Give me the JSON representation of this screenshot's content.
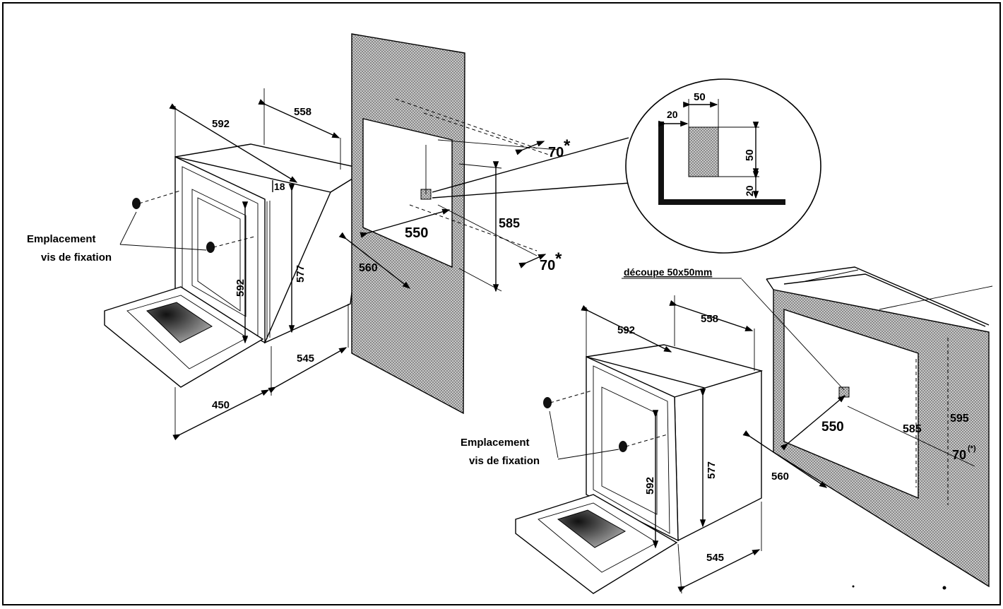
{
  "left_assembly": {
    "width_label": "592",
    "depth_label": "558",
    "top_label": "18",
    "inner_height_label": "577",
    "door_height_label": "592",
    "plinth_label": "545",
    "door_open_label": "450",
    "screw_label_line1": "Emplacement",
    "screw_label_line2": "vis de fixation"
  },
  "wall": {
    "height_label": "585",
    "width_label": "550",
    "depth_label": "560",
    "clearance_top_label": "70",
    "clearance_bottom_label": "70",
    "asterisk": "*"
  },
  "detail": {
    "width_label": "50",
    "height_label": "50",
    "left_offset_label": "20",
    "bottom_offset_label": "20"
  },
  "right_assembly": {
    "cutout_label": "découpe 50x50mm",
    "width_label": "592",
    "depth_label": "558",
    "inner_height_label": "577",
    "door_height_label": "592",
    "plinth_label": "545",
    "niche_width_label": "550",
    "niche_depth_label": "560",
    "niche_height_label": "585",
    "outer_height_label": "595",
    "clearance_label": "70",
    "clearance_mark": "(*)",
    "screw_label_line1": "Emplacement",
    "screw_label_line2": "vis de fixation"
  },
  "colors": {
    "ink": "#000000",
    "hatch": "#9a9a9a",
    "paper": "#ffffff"
  }
}
